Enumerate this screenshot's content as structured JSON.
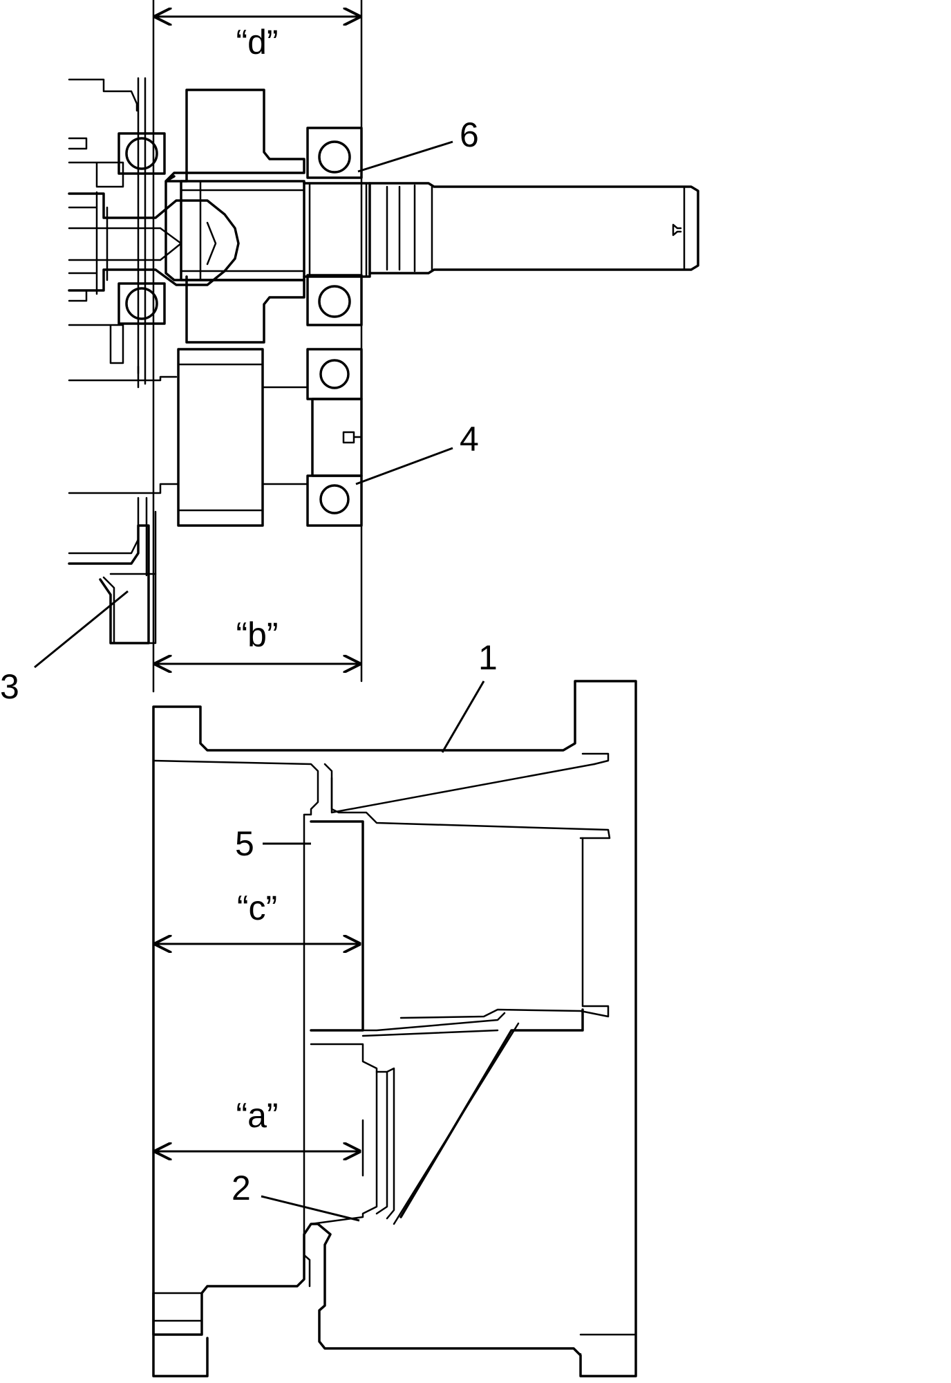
{
  "callouts": {
    "c1": "1",
    "c2": "2",
    "c3": "3",
    "c4": "4",
    "c5": "5",
    "c6": "6"
  },
  "dimensions": {
    "a": "“a”",
    "b": "“b”",
    "c": "“c”",
    "d": "“d”"
  }
}
